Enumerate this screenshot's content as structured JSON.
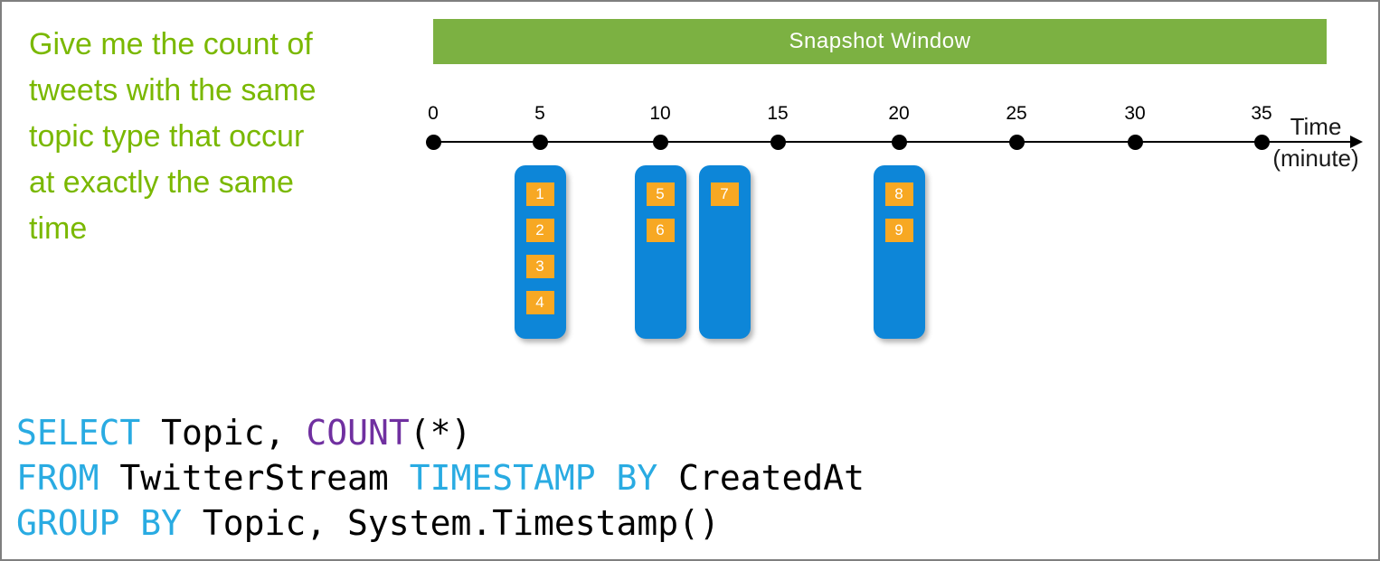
{
  "question": {
    "text": "Give me the count of\ntweets with the same\ntopic type that occur\nat exactly the same\ntime",
    "color": "#7ab800"
  },
  "banner": {
    "label": "Snapshot Window",
    "bg_color": "#7cb142",
    "text_color": "#ffffff"
  },
  "timeline": {
    "ticks": [
      "0",
      "5",
      "10",
      "15",
      "20",
      "25",
      "30",
      "35"
    ],
    "axis_label_line1": "Time",
    "axis_label_line2": "(minute)",
    "dot_color": "#000000"
  },
  "windows": [
    {
      "at_minute": 5,
      "events": [
        "1",
        "2",
        "3",
        "4"
      ]
    },
    {
      "at_minute": 10,
      "events": [
        "5",
        "6"
      ]
    },
    {
      "at_minute": 12.5,
      "events": [
        "7"
      ]
    },
    {
      "at_minute": 20,
      "events": [
        "8",
        "9"
      ]
    }
  ],
  "colors": {
    "window_blue": "#0d86d8",
    "event_orange": "#f7a823"
  },
  "sql": {
    "keyword_color": "#29abe2",
    "function_color": "#7030a0",
    "plain_color": "#000000",
    "lines": [
      [
        {
          "text": "SELECT",
          "type": "keyword"
        },
        {
          "text": " Topic, ",
          "type": "plain"
        },
        {
          "text": "COUNT",
          "type": "function"
        },
        {
          "text": "(*)",
          "type": "plain"
        }
      ],
      [
        {
          "text": "FROM",
          "type": "keyword"
        },
        {
          "text": " TwitterStream ",
          "type": "plain"
        },
        {
          "text": "TIMESTAMP BY",
          "type": "keyword"
        },
        {
          "text": " CreatedAt",
          "type": "plain"
        }
      ],
      [
        {
          "text": "GROUP BY",
          "type": "keyword"
        },
        {
          "text": " Topic, System.Timestamp()",
          "type": "plain"
        }
      ]
    ]
  }
}
